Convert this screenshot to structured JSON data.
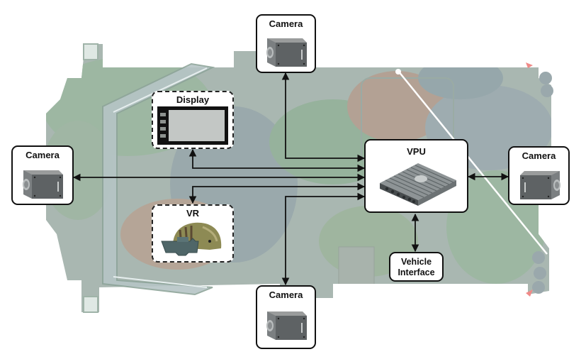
{
  "diagram": {
    "title": "",
    "nodes": {
      "camera_top": {
        "label": "Camera",
        "icon": "camera-icon"
      },
      "camera_left": {
        "label": "Camera",
        "icon": "camera-icon"
      },
      "camera_right": {
        "label": "Camera",
        "icon": "camera-icon"
      },
      "camera_bottom": {
        "label": "Camera",
        "icon": "camera-icon"
      },
      "display": {
        "label": "Display",
        "icon": "display-icon"
      },
      "vr": {
        "label": "VR",
        "icon": "vr-helmet-icon"
      },
      "vpu": {
        "label": "VPU",
        "icon": "vpu-unit-icon"
      },
      "vehicle_interface": {
        "line1": "Vehicle",
        "line2": "Interface"
      }
    },
    "connections": [
      {
        "from": "camera_top",
        "to": "vpu",
        "direction": "bidirectional"
      },
      {
        "from": "display",
        "to": "vpu",
        "direction": "bidirectional"
      },
      {
        "from": "camera_left",
        "to": "vpu",
        "direction": "bidirectional"
      },
      {
        "from": "vr",
        "to": "vpu",
        "direction": "bidirectional"
      },
      {
        "from": "camera_bottom",
        "to": "vpu",
        "direction": "bidirectional"
      },
      {
        "from": "vpu",
        "to": "camera_right",
        "direction": "bidirectional"
      },
      {
        "from": "vpu",
        "to": "vehicle_interface",
        "direction": "bidirectional"
      }
    ],
    "colors": {
      "camo_green": "#9bb3a0",
      "camo_gray": "#a2aeb0",
      "camo_brown": "#b39e8e",
      "line": "#111111"
    }
  }
}
